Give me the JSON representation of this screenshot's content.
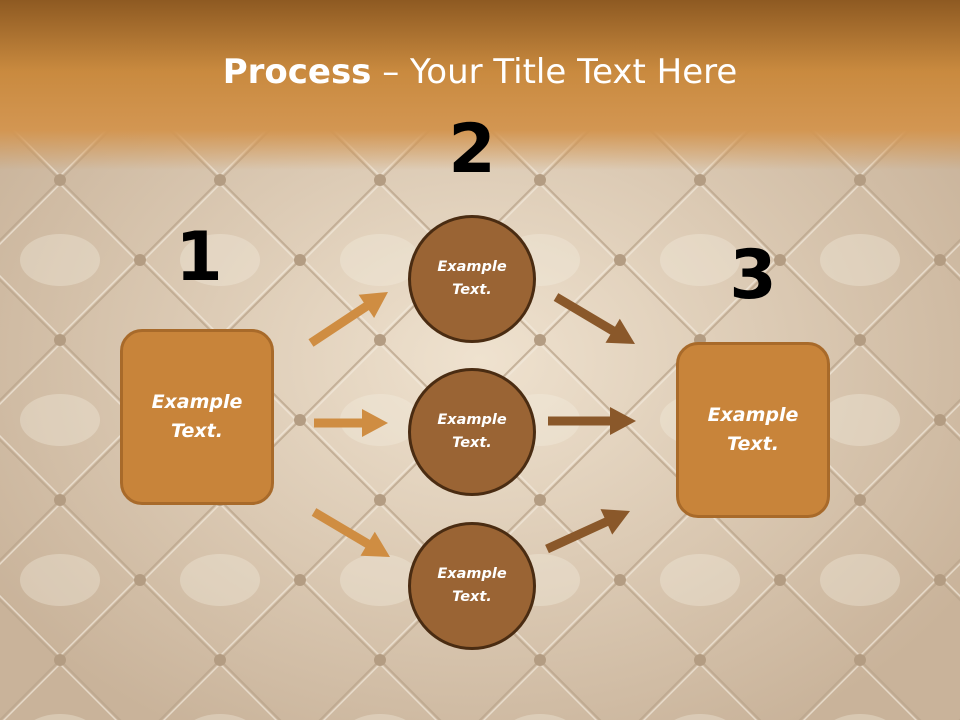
{
  "title": {
    "bold": "Process",
    "rest": " – Your Title Text Here"
  },
  "steps": [
    {
      "number": "1",
      "text": "Example Text."
    },
    {
      "number": "2",
      "text": "Example Text."
    },
    {
      "number": "3",
      "text": "Example Text."
    }
  ],
  "circles": [
    {
      "text": "Example Text."
    },
    {
      "text": "Example Text."
    },
    {
      "text": "Example Text."
    }
  ],
  "colors": {
    "banner": "#c57d2c",
    "box_fill": "#c8843a",
    "circle_fill": "#9a6434",
    "arrow_light": "#cf8d42",
    "arrow_dark": "#8a582a"
  }
}
